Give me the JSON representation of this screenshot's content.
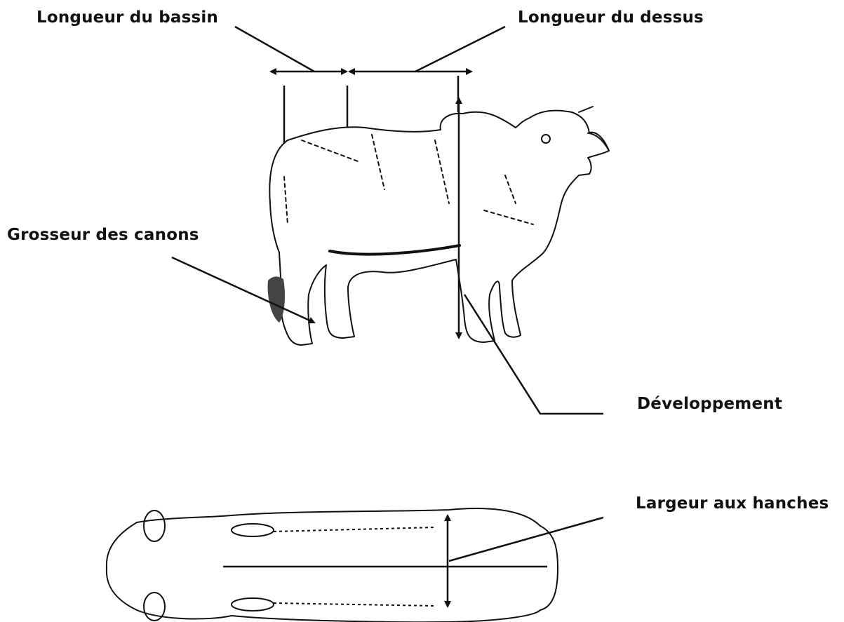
{
  "labels": {
    "pelvis_length": "Longueur du bassin",
    "topline_length": "Longueur du dessus",
    "cannon_size": "Grosseur des canons",
    "development": "Développement",
    "hip_width": "Largeur aux hanches"
  },
  "colors": {
    "ink": "#111111",
    "shading": "#444444"
  }
}
